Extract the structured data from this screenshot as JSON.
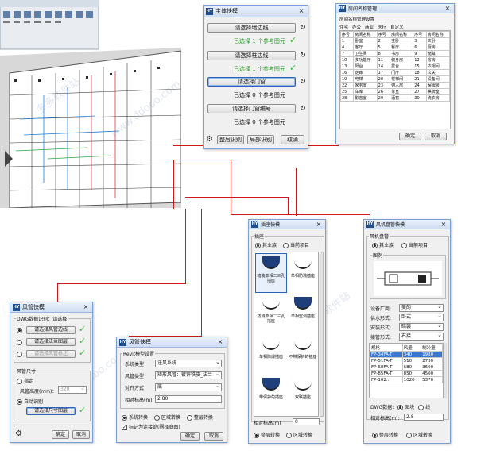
{
  "main_dialog": {
    "title": "主体快模",
    "rows": [
      {
        "button": "请选择墙边线",
        "status": "已选择 1 个参考图元",
        "selected": false,
        "done": true
      },
      {
        "button": "请选择柱边线",
        "status": "已选择 1 个参考图元",
        "selected": false,
        "done": true
      },
      {
        "button": "请选择门窗",
        "status": "已选择 0 个参考图元",
        "selected": true,
        "done": false
      },
      {
        "button": "请选择门窗编号",
        "status": "已选择 0 个参考图元",
        "selected": false,
        "done": false
      }
    ],
    "footer": {
      "whole": "整层识别",
      "local": "局部识别",
      "cancel": "取消"
    }
  },
  "name_dialog": {
    "title": "房间名称管理",
    "label": "房间名称管理设置",
    "tabs": [
      "住宅",
      "办公",
      "商业",
      "医疗",
      "自定义"
    ],
    "header": [
      "序号",
      "房间名称",
      "序号",
      "房间名称"
    ],
    "rows": [
      [
        "1",
        "卧室",
        "2",
        "主卧",
        "3",
        "次卧"
      ],
      [
        "4",
        "客厅",
        "5",
        "餐厅",
        "6",
        "厨房"
      ],
      [
        "7",
        "卫生间",
        "8",
        "书房",
        "9",
        "储藏"
      ],
      [
        "10",
        "多功能厅",
        "11",
        "健身房",
        "12",
        "客房"
      ],
      [
        "13",
        "阳台",
        "14",
        "露台",
        "15",
        "衣帽间"
      ],
      [
        "16",
        "走廊",
        "17",
        "门厅",
        "18",
        "玄关"
      ],
      [
        "19",
        "电梯",
        "20",
        "楼梯间",
        "21",
        "设备间"
      ],
      [
        "22",
        "家务室",
        "23",
        "佣人房",
        "24",
        "保姆房"
      ],
      [
        "25",
        "车库",
        "26",
        "茶室",
        "27",
        "棋牌室"
      ],
      [
        "28",
        "影音室",
        "29",
        "酒窖",
        "30",
        "洗衣房"
      ]
    ],
    "ok": "确定",
    "cancel": "取消"
  },
  "duct_dialog": {
    "title": "风管快模",
    "dws_label": "DWG数据识别：请选择",
    "buttons": [
      "请选择风管边线",
      "请选择法兰图层",
      "请选择风管标注"
    ],
    "size_label": "风管尺寸",
    "specify": "指定",
    "height_label": "风管高度(mm)：",
    "height_value": "320",
    "auto": "自动识别",
    "size_button": "请选择尺寸图层",
    "ok": "确定",
    "cancel": "取消"
  },
  "revit_dialog": {
    "title": "风管快模",
    "group": "Revit模型设置",
    "fields": [
      {
        "label": "系统类型",
        "value": "送风系统"
      },
      {
        "label": "风管类型",
        "value": "矩形风管：镀锌铁皮_法兰"
      },
      {
        "label": "对齐方式",
        "value": "底"
      },
      {
        "label": "相对标高(m)",
        "value": "2.80"
      }
    ],
    "modes": [
      "系统转换",
      "区域转换",
      "整层转换"
    ],
    "mark": "标记为连接处(圈择底图)",
    "ok": "确定",
    "cancel": "取消"
  },
  "insert_dialog": {
    "title": "插座快模",
    "group": "插座",
    "opt1": "其业族",
    "opt2": "当前项目",
    "items": [
      "暗装单相二三孔插座",
      "单相防溅插座",
      "防溅单相二三孔插座",
      "单相空调插座",
      "单相防爆插座",
      "不带保护的插座",
      "带保护的插座",
      "双联插座"
    ],
    "height_label": "相对标高(m)",
    "height_value": "0",
    "modes": [
      "整层转换",
      "区域转换"
    ]
  },
  "fan_dialog": {
    "title": "风机盘管快模",
    "group": "风机盘管",
    "opt1": "其业族",
    "opt2": "当前项目",
    "preview_label": "图例",
    "fields": [
      {
        "label": "设备厂商:",
        "value": "美的"
      },
      {
        "label": "供水形式:",
        "value": "卧式"
      },
      {
        "label": "安装形式:",
        "value": "暗装"
      },
      {
        "label": "接管形式:",
        "value": "右接"
      }
    ],
    "table_header": [
      "规格",
      "风量",
      "制冷量"
    ],
    "table_rows": [
      [
        "FP-34FA-T",
        "340",
        "1980"
      ],
      [
        "FP-51FA-T",
        "510",
        "2730"
      ],
      [
        "FP-68FA-T",
        "680",
        "3600"
      ],
      [
        "FP-85FA-T",
        "850",
        "4500"
      ],
      [
        "FP-102...",
        "1020",
        "5370"
      ]
    ],
    "dws_label": "DWG数据:",
    "dws_opt1": "图块",
    "dws_opt2": "线",
    "height_label": "相对标高(m):",
    "height_value": "2.8",
    "modes": [
      "整层转换",
      "区域转换"
    ]
  },
  "colors": {
    "accent": "#d01818",
    "title": "#dde8f6",
    "ok": "#3bbf3b"
  }
}
